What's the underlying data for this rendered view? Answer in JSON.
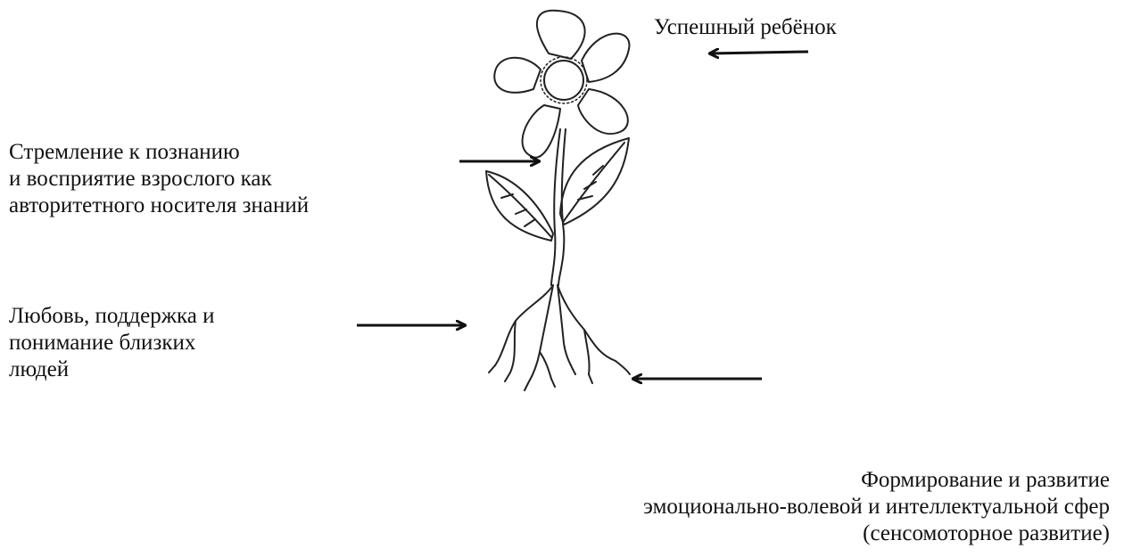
{
  "labels": {
    "top": "Успешный ребёнок",
    "left_mid": [
      "Стремление к познанию",
      "и восприятие взрослого как",
      "авторитетного носителя знаний"
    ],
    "left_bottom": [
      "Любовь,  поддержка и",
      "понимание близких",
      "людей"
    ],
    "bottom_right": [
      "Формирование и развитие",
      "эмоционально-волевой и интеллектуальной сфер",
      "(сенсомоторное развитие)"
    ]
  },
  "colors": {
    "ink": "#111111",
    "flower_center_fill": "#ffffff"
  },
  "icons": [
    "flower-illustration",
    "arrow-left",
    "arrow-right"
  ]
}
